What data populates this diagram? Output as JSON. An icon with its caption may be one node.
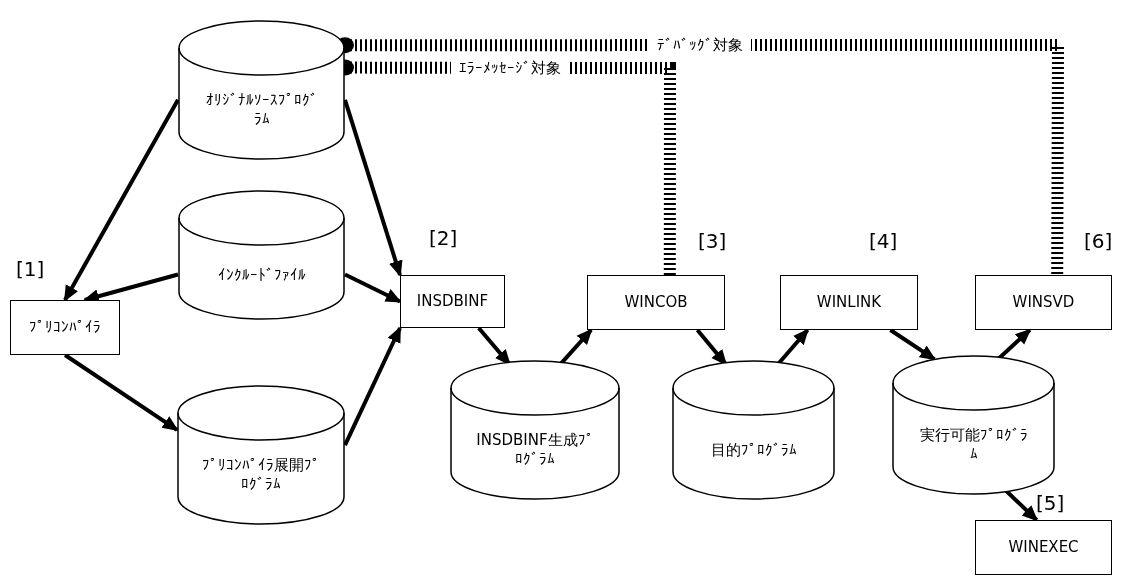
{
  "diagram": {
    "nodes": [
      {
        "text": [
          "ｵﾘｼﾞﾅﾙｿｰｽﾌﾟﾛｸﾞﾗﾑ"
        ]
      },
      {
        "text": [
          "ｲﾝｸﾙｰﾄﾞﾌｧｲﾙ"
        ]
      },
      {
        "text": [
          "ﾌﾟﾘｺﾝﾊﾟｲﾗ"
        ],
        "beside": [
          "[1]"
        ]
      },
      {
        "text": [
          "ﾌﾟﾘｺﾝﾊﾟｲﾗ展開ﾌﾟﾛｸﾞﾗﾑ"
        ]
      },
      {
        "text": [
          "INSDBINF"
        ],
        "beside": [
          "[2]"
        ]
      },
      {
        "text": [
          "INSDBINF生成ﾌﾟﾛｸﾞﾗﾑ"
        ]
      },
      {
        "text": [
          "WINCOB"
        ],
        "beside": [
          "[3]"
        ]
      },
      {
        "text": [
          "目的ﾌﾟﾛｸﾞﾗﾑ"
        ]
      },
      {
        "text": [
          "WINLINK"
        ],
        "beside": [
          "[4]"
        ]
      },
      {
        "text": [
          "実行可能ﾌﾟﾛｸﾞﾗﾑ"
        ]
      },
      {
        "text": [
          "WINSVD"
        ],
        "beside": [
          "[6]"
        ]
      },
      {
        "text": [
          "WINEXEC"
        ],
        "beside": [
          "[5]"
        ]
      }
    ],
    "edges": [
      {
        "from": 0,
        "to": 2,
        "arrow": "to"
      },
      {
        "from": 0,
        "to": 4,
        "arrow": "to"
      },
      {
        "from": 1,
        "to": 2,
        "arrow": "to"
      },
      {
        "from": 1,
        "to": 4,
        "arrow": "to"
      },
      {
        "from": 2,
        "to": 3,
        "arrow": "to"
      },
      {
        "from": 3,
        "to": 4,
        "arrow": "to"
      },
      {
        "from": 4,
        "to": 5,
        "arrow": "to"
      },
      {
        "from": 5,
        "to": 6,
        "arrow": "to"
      },
      {
        "from": 6,
        "to": 7,
        "arrow": "to"
      },
      {
        "from": 7,
        "to": 8,
        "arrow": "to"
      },
      {
        "from": 8,
        "to": 9,
        "arrow": "to"
      },
      {
        "from": 9,
        "to": 10,
        "arrow": "to"
      },
      {
        "from": 9,
        "to": 11,
        "arrow": "to"
      },
      {
        "from": 0,
        "to": 6,
        "arrow": "other",
        "style": "dashed",
        "label": "ｴﾗｰﾒｯｾｰｼﾞ対象"
      },
      {
        "from": 0,
        "to": 10,
        "arrow": "other",
        "style": "dashed",
        "label": "ﾃﾞﾊﾞｯｸﾞ対象"
      }
    ]
  }
}
